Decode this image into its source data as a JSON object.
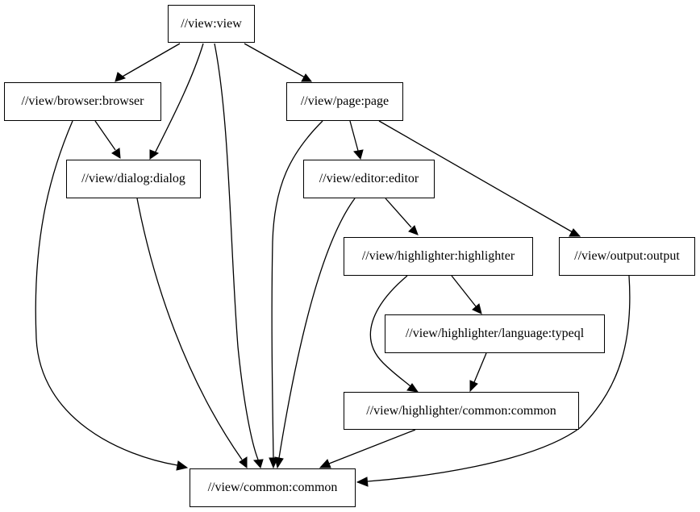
{
  "nodes": {
    "view": "//view:view",
    "browser": "//view/browser:browser",
    "page": "//view/page:page",
    "dialog": "//view/dialog:dialog",
    "editor": "//view/editor:editor",
    "highlighter": "//view/highlighter:highlighter",
    "output": "//view/output:output",
    "typeql": "//view/highlighter/language:typeql",
    "hl_common": "//view/highlighter/common:common",
    "common": "//view/common:common"
  }
}
